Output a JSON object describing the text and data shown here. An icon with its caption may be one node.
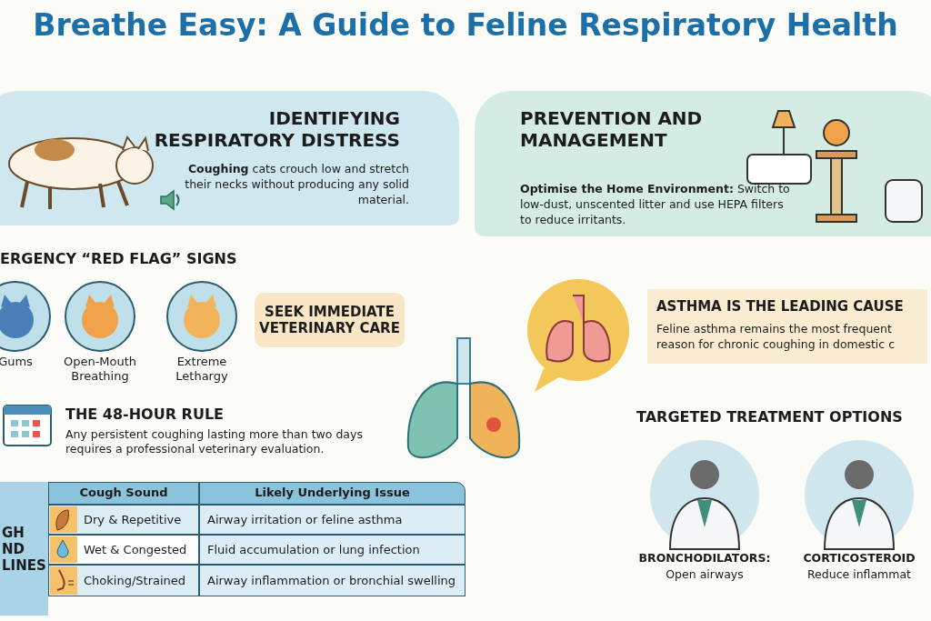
{
  "diagram": {
    "title": "Breathe Easy: A Guide to Feline Respiratory Health",
    "nodes": [
      {
        "text": [
          "IDENTIFYING RESPIRATORY DISTRESS",
          "**Coughing** cats crouch low and stretch their necks without producing any solid material."
        ]
      },
      {
        "text": [
          "PREVENTION AND MANAGEMENT",
          "**Optimise the Home Environment:** Switch to low-dust, unscented litter and use HEPA filters to reduce irritants."
        ]
      },
      {
        "text": [
          "Gums"
        ]
      },
      {
        "text": [
          "Open-Mouth Breathing"
        ]
      },
      {
        "text": [
          "Extreme Lethargy"
        ]
      },
      {
        "text": [
          "SEEK IMMEDIATE VETERINARY CARE"
        ]
      },
      {
        "text": [
          "ASTHMA IS THE LEADING CAUSE",
          "Feline asthma remains the most frequent reason for chronic coughing in domestic c"
        ]
      },
      {
        "text": [
          "BRONCHODILATORS:",
          "Open airways"
        ]
      },
      {
        "text": [
          "CORTICOSTEROID",
          "Reduce inflammat"
        ]
      }
    ],
    "labels": [
      "ERGENCY “RED FLAG” SIGNS",
      "THE 48-HOUR RULE",
      "Any persistent coughing lasting more than two days requires a professional veterinary evaluation.",
      "GH ND LINES",
      "Cough Sound",
      "Likely Underlying Issue",
      "Dry & Repetitive",
      "Airway irritation or feline asthma",
      "Wet & Congested",
      "Fluid accumulation or lung infection",
      "Choking/Strained",
      "Airway inflammation or bronchial swelling",
      "TARGETED TREATMENT OPTIONS"
    ]
  }
}
